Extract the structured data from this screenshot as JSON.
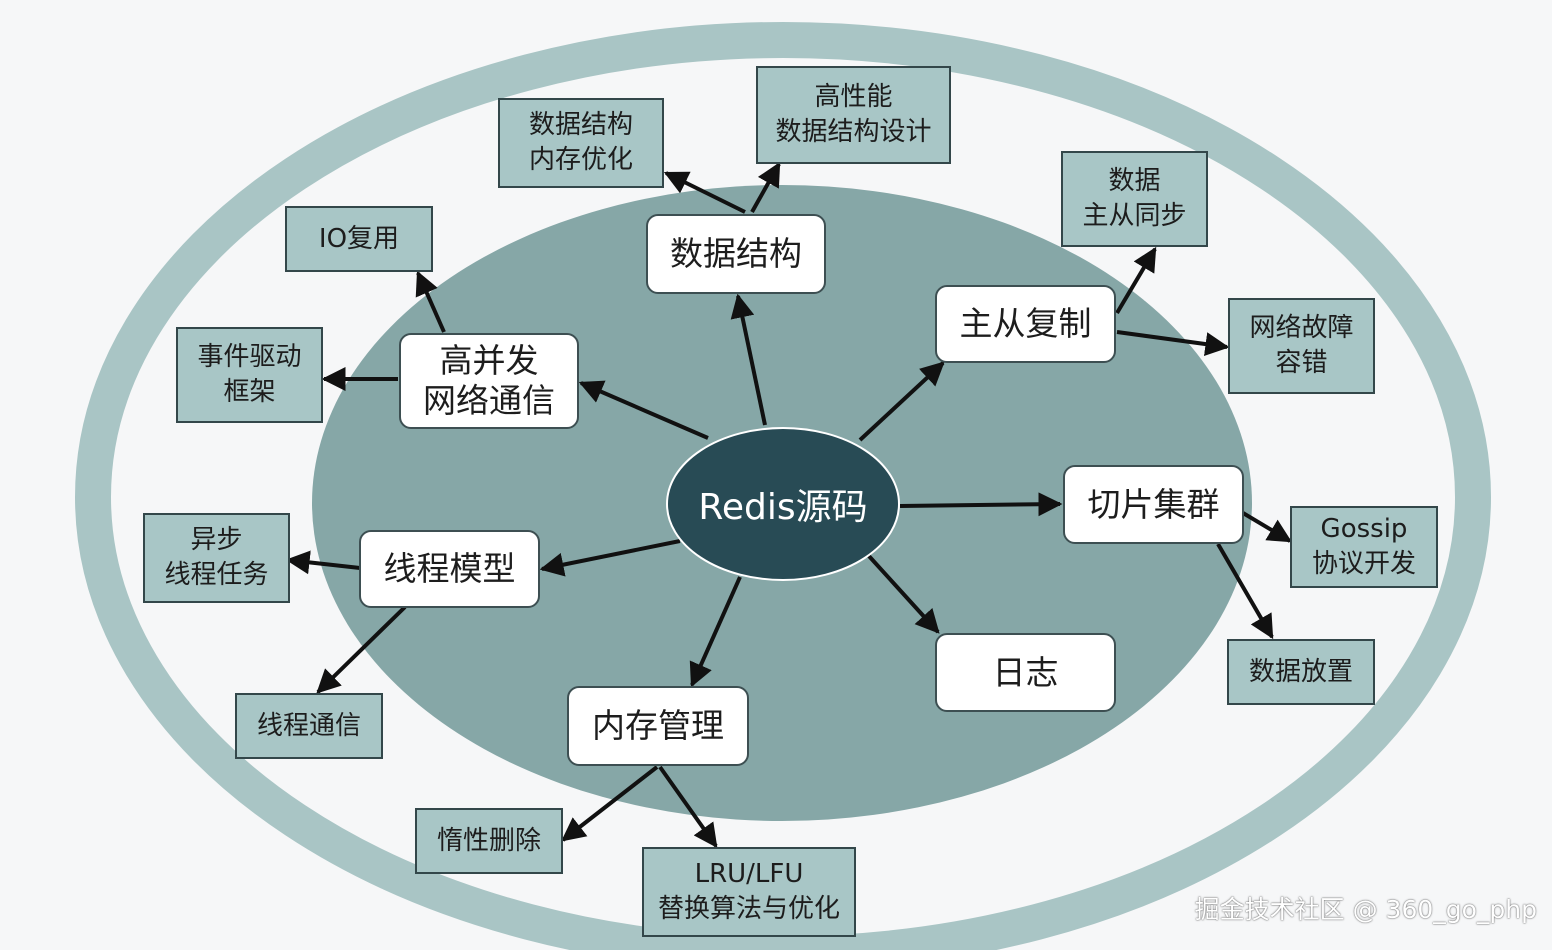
{
  "colors": {
    "background": "#f6f7f8",
    "outer_ring": "#a9c5c5",
    "inner_ellipse": "#86a7a7",
    "center_node": "#284b55",
    "primary_node": "#ffffff",
    "secondary_node": "#a8c6c6",
    "arrow": "#111111"
  },
  "center": {
    "label": "Redis源码"
  },
  "primary": {
    "data_structure": "数据结构",
    "concurrency": "高并发\n网络通信",
    "replication": "主从复制",
    "cluster": "切片集群",
    "thread_model": "线程模型",
    "logging": "日志",
    "memory": "内存管理"
  },
  "secondary": {
    "ds_memory_opt": "数据结构\n内存优化",
    "ds_design": "高性能\n数据结构设计",
    "io_multiplex": "IO复用",
    "event_framework": "事件驱动\n框架",
    "data_sync": "数据\n主从同步",
    "fault_tolerance": "网络故障\n容错",
    "gossip": "Gossip\n协议开发",
    "data_placement": "数据放置",
    "async_tasks": "异步\n线程任务",
    "thread_comm": "线程通信",
    "lazy_delete": "惰性删除",
    "lru_lfu": "LRU/LFU\n替换算法与优化"
  },
  "watermark": "掘金技术社区 @ 360_go_php"
}
